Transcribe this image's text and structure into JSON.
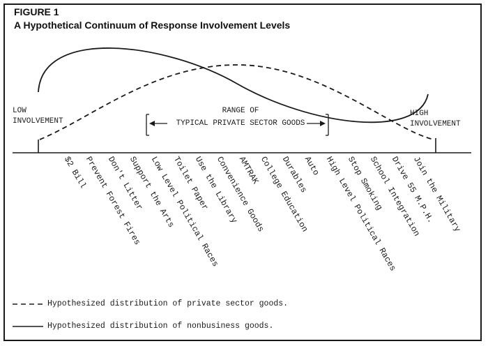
{
  "figure": {
    "label": "FIGURE 1",
    "title": "A Hypothetical Continuum of Response Involvement Levels"
  },
  "ends": {
    "low": [
      "LOW",
      "INVOLVEMENT"
    ],
    "high": [
      "HIGH",
      "INVOLVEMENT"
    ]
  },
  "range": {
    "line1": "RANGE OF",
    "line2": "TYPICAL PRIVATE SECTOR GOODS"
  },
  "items": [
    "$2 Bill",
    "Prevent Forest Fires",
    "Don't Litter",
    "Support the Arts",
    "Low Level Political Races",
    "Toilet Paper",
    "Use the Library",
    "Convenience Goods",
    "AMTRAK",
    "College Education",
    "Durables",
    "Auto",
    "High Level Political Races",
    "Stop Smoking",
    "School Integration",
    "Drive 55 M.P.H.",
    "Join the Military"
  ],
  "legend": {
    "dashed": "Hypothesized distribution of private sector goods.",
    "solid": "Hypothesized distribution of nonbusiness goods."
  }
}
